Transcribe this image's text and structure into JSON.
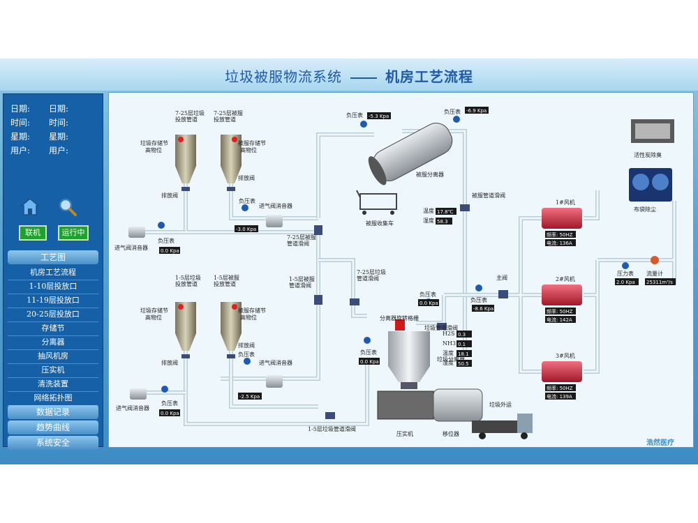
{
  "header": {
    "title_left": "垃圾被服物流系统",
    "title_right": "机房工艺流程"
  },
  "sidebar": {
    "info": [
      {
        "label": "日期:",
        "value": "日期:"
      },
      {
        "label": "时间:",
        "value": "时间:"
      },
      {
        "label": "星期:",
        "value": "星期:"
      },
      {
        "label": "用户:",
        "value": "用户:"
      }
    ],
    "status_online": "联机",
    "status_running": "运行中",
    "menu_title": "工艺图",
    "menu_items": [
      "机房工艺流程",
      "1-10层投放口",
      "11-19层投放口",
      "20-25层投放口",
      "存储节",
      "分离器",
      "抽风机房",
      "压实机",
      "清洗装置",
      "网络拓扑图"
    ],
    "footer_items": [
      "数据记录",
      "趋势曲线",
      "系统安全"
    ]
  },
  "diagram": {
    "top_garbage_pipe": "7-25层垃圾\n投放管道",
    "top_linen_pipe": "7-25层被服\n投放管道",
    "mid_garbage_pipe": "1-5层垃圾\n投放管道",
    "mid_linen_pipe": "1-5层被服\n投放管道",
    "garbage_storage": "垃圾存储节",
    "linen_storage": "被服存储节",
    "high_level": "高物位",
    "drain_valve": "排放阀",
    "vacuum_gauge": "负压表",
    "intake_silencer": "进气阀消音器",
    "linen_slide_valve_725": "7-25层被服\n管道滑阀",
    "linen_slide_valve_15": "1-5层被服\n管道滑阀",
    "garbage_slide_valve_725": "7-25层垃圾\n管道滑阀",
    "garbage_slide_valve_15": "1-5层垃圾管道滑阀",
    "linen_pipe_slide_valve": "被服管道滑阀",
    "garbage_pipe_slide_valve": "垃圾管道滑阀",
    "linen_separator": "被服分离器",
    "linen_cart": "被服收集车",
    "rotary_gate": "分离器旋转格栅",
    "garbage_separator": "垃圾分离器",
    "compactor": "压实机",
    "shifter": "移位器",
    "garbage_transport": "垃圾外运",
    "main_valve": "主阀",
    "carbon_deodor": "活性炭除臭",
    "bag_filter": "布袋除尘",
    "pressure_gauge": "压力表",
    "flow_meter": "流量计",
    "temp_label": "温度",
    "humidity_label": "湿度",
    "h2s_label": "H2S",
    "nh3_label": "NH3",
    "fans": [
      {
        "name": "1#风机",
        "freq": "频率: 50HZ",
        "current": "电流: 136A"
      },
      {
        "name": "2#风机",
        "freq": "频率: 50HZ",
        "current": "电流: 142A"
      },
      {
        "name": "3#风机",
        "freq": "频率: 50HZ",
        "current": "电流: 139A"
      }
    ],
    "readings": {
      "vac_top_left": "-5.3 Kpa",
      "vac_top_right": "-6.9 Kpa",
      "vac_upper_silencer": "-3.0 Kpa",
      "vac_upper_left": "0.0 Kpa",
      "vac_lower_silencer": "-2.5 Kpa",
      "vac_lower_left": "0.0 Kpa",
      "vac_rotary": "0.0 Kpa",
      "vac_separator_left": "0.0 Kpa",
      "vac_main": "-8.6 Kpa",
      "sep_temp": "17.8℃",
      "sep_humidity": "58.3",
      "h2s": "0.3",
      "nh3": "0.1",
      "gs_temp": "18.1",
      "gs_humidity": "50.5",
      "pressure": "2.0 Kpa",
      "flow": "25311m³/s"
    },
    "watermark": "浩然医疗"
  }
}
